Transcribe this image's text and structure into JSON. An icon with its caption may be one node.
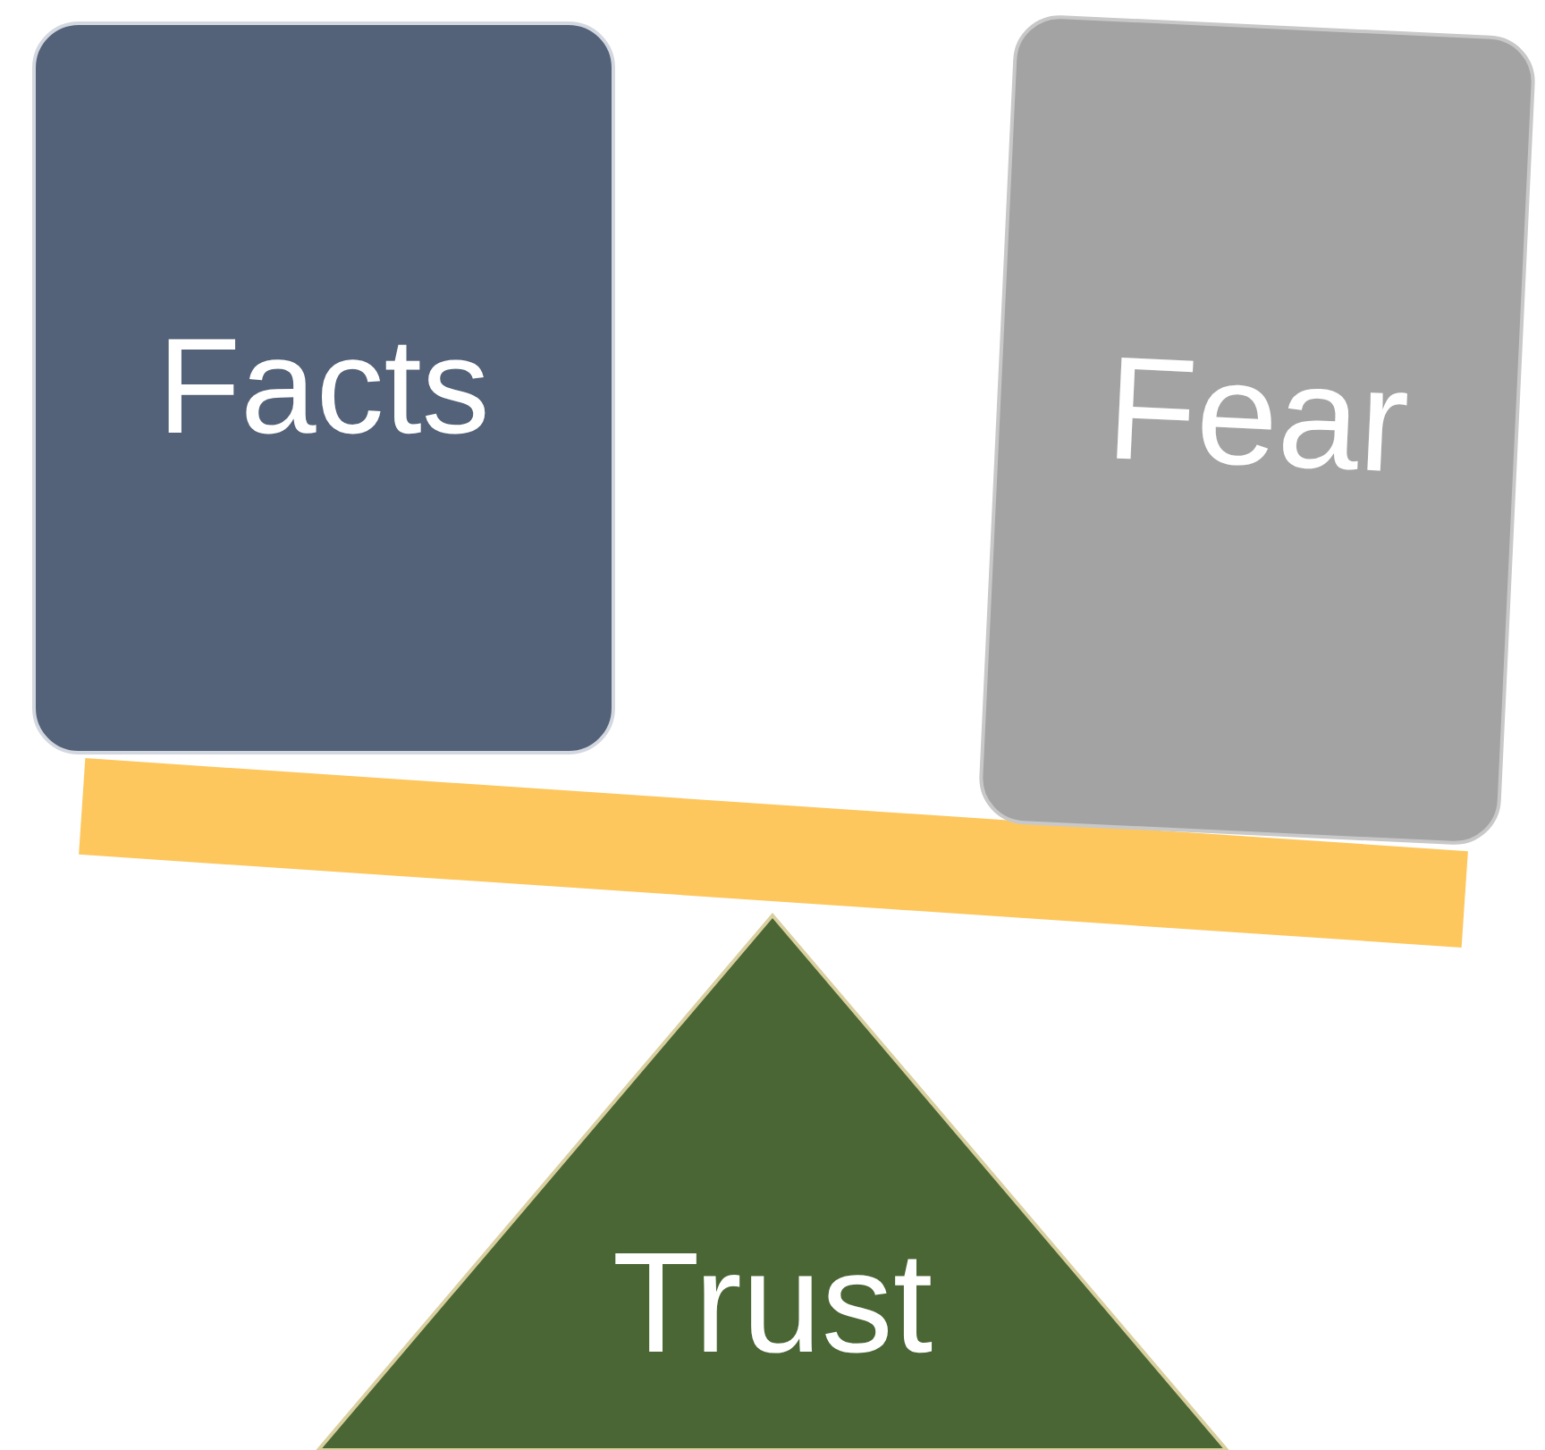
{
  "diagram": {
    "nodes": [
      {
        "text": [
          "Facts"
        ]
      },
      {
        "text": [
          "Fear"
        ]
      },
      {
        "text": [],
        "shape": "bar"
      },
      {
        "text": [
          "Trust"
        ]
      }
    ]
  }
}
